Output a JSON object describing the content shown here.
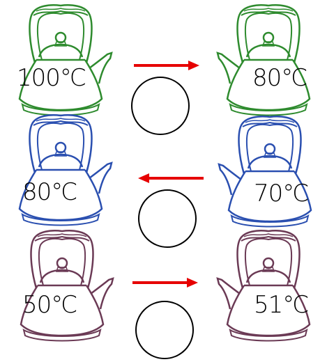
{
  "rows": [
    {
      "left": {
        "temp": "100℃",
        "color": "#2e8b2e"
      },
      "right": {
        "temp": "80℃",
        "color": "#2e8b2e"
      },
      "arrow": {
        "direction": "right",
        "color": "#e60000"
      }
    },
    {
      "left": {
        "temp": "80℃",
        "color": "#2a4fb0"
      },
      "right": {
        "temp": "70℃",
        "color": "#2a4fb0"
      },
      "arrow": {
        "direction": "left",
        "color": "#e60000"
      }
    },
    {
      "left": {
        "temp": "50℃",
        "color": "#6b3a55"
      },
      "right": {
        "temp": "51℃",
        "color": "#6b3a55"
      },
      "arrow": {
        "direction": "right",
        "color": "#e60000"
      }
    }
  ]
}
